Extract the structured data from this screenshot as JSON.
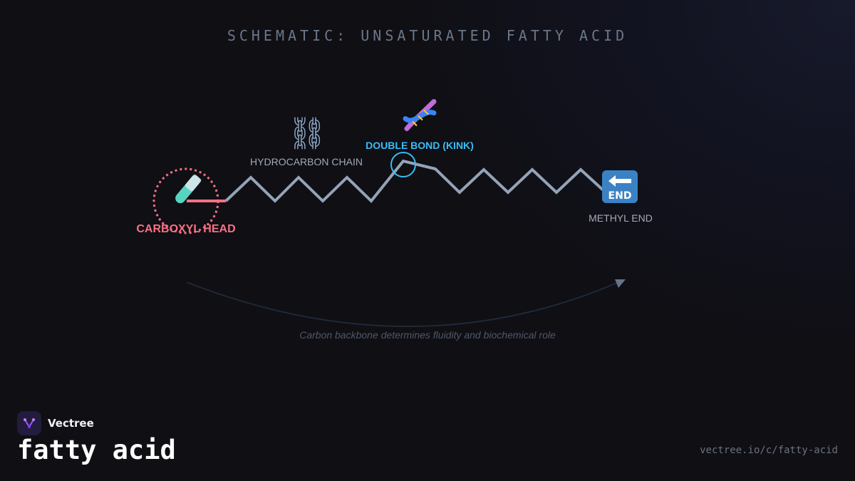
{
  "title": "SCHEMATIC: UNSATURATED FATTY ACID",
  "labels": {
    "hydrocarbon_chain": "HYDROCARBON CHAIN",
    "double_bond": "DOUBLE BOND (KINK)",
    "carboxyl_head": "CARBOXYL HEAD",
    "methyl_end": "METHYL END"
  },
  "caption": "Carbon backbone determines fluidity and biochemical role",
  "icons": {
    "chain": "chain-link-icon",
    "double_bond": "dna-icon",
    "carboxyl_head": "test-tube-icon",
    "methyl_end": "end-arrow-icon"
  },
  "end_icon_text": "END",
  "colors": {
    "backbone": "#94a3b8",
    "carboxyl": "#f87185",
    "double_bond": "#38bdf8",
    "arrow": "#64748b"
  },
  "brand": {
    "name": "Vectree",
    "url": "vectree.io/c/fatty-acid"
  },
  "topic": "fatty acid"
}
